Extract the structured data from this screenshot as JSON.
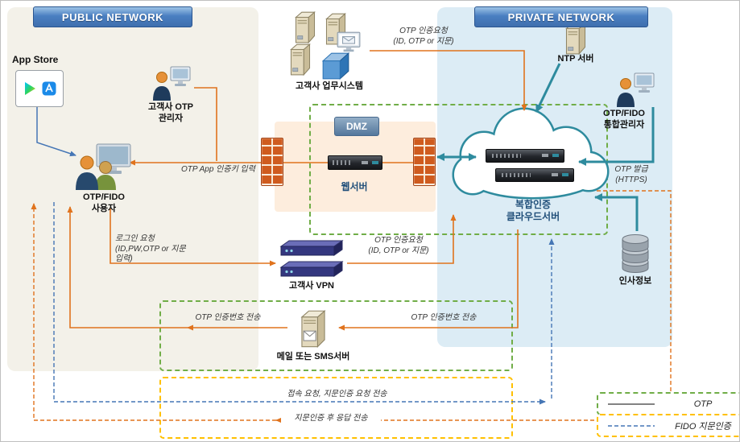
{
  "banners": {
    "public": "PUBLIC NETWORK",
    "private": "PRIVATE NETWORK"
  },
  "zones": {
    "dmz_label": "DMZ"
  },
  "nodes": {
    "app_store": {
      "label": "App Store"
    },
    "otp_admin": {
      "line1": "고객사 OTP",
      "line2": "관리자"
    },
    "otp_fido_user": {
      "line1": "OTP/FIDO",
      "line2": "사용자"
    },
    "biz_system": {
      "label": "고객사 업무시스템"
    },
    "web_server": {
      "label": "웹서버"
    },
    "cloud_server": {
      "line1": "복합인증",
      "line2": "클라우드서버"
    },
    "ntp_server": {
      "label": "NTP 서버"
    },
    "integrated_admin": {
      "line1": "OTP/FIDO",
      "line2": "통합관리자"
    },
    "hr_db": {
      "label": "인사정보"
    },
    "vpn": {
      "label": "고객사 VPN"
    },
    "mail_server": {
      "label": "메일 또는 SMS서버"
    }
  },
  "flows": {
    "otp_auth_top_1": "OTP 인증요청",
    "otp_auth_top_2": "(ID, OTP or 지문)",
    "otp_app_key": "OTP App 인증키 입력",
    "otp_issue_1": "OTP 발급",
    "otp_issue_2": "(HTTPS)",
    "login_request_1": "로그인 요청",
    "login_request_2": "(ID,PW,OTP or 지문",
    "login_request_3": "입력)",
    "otp_auth_mid_1": "OTP 인증요청",
    "otp_auth_mid_2": "(ID, OTP or 지문)",
    "otp_code_left": "OTP 인증번호 전송",
    "otp_code_right": "OTP 인증번호 전송",
    "access_request": "접속 요청, 지문인증 요청 전송",
    "fido_response": "지문인증 후 응답 전송"
  },
  "legend": {
    "otp": "OTP",
    "fido": "FIDO 지문인증"
  },
  "colors": {
    "otp_line": "#e0731d",
    "fido_line": "#4576b5",
    "teal_line": "#2e8b9e",
    "green_border": "#70ad47",
    "yellow_border": "#ffc000",
    "public_bg": "#f3f1e9",
    "private_bg": "#dcecf5",
    "dmz_bg": "#fdeddd",
    "banner_blue": "#3f6fae"
  }
}
